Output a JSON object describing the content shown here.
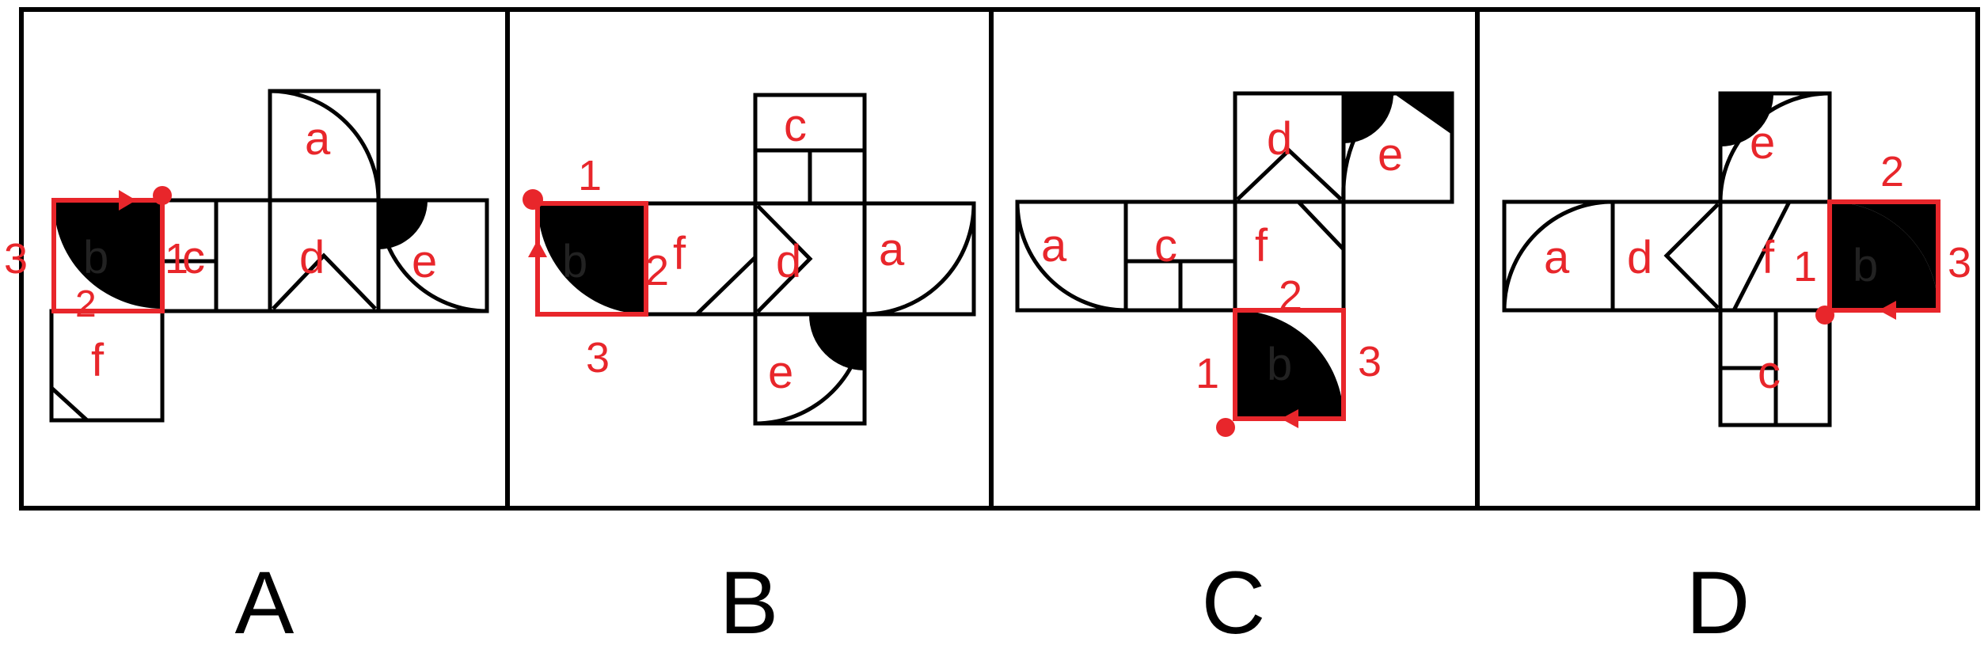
{
  "colors": {
    "ink": "#000000",
    "annotation": "#e8262b",
    "background": "#ffffff"
  },
  "options": [
    {
      "letter": "A",
      "faces": {
        "a": "a",
        "b": "b",
        "c": "c",
        "d": "d",
        "e": "e",
        "f": "f"
      },
      "edge_numbers": [
        "1",
        "2",
        "3"
      ]
    },
    {
      "letter": "B",
      "faces": {
        "a": "a",
        "b": "b",
        "c": "c",
        "d": "d",
        "e": "e",
        "f": "f"
      },
      "edge_numbers": [
        "1",
        "2",
        "3"
      ]
    },
    {
      "letter": "C",
      "faces": {
        "a": "a",
        "b": "b",
        "c": "c",
        "d": "d",
        "e": "e",
        "f": "f"
      },
      "edge_numbers": [
        "1",
        "2",
        "3"
      ]
    },
    {
      "letter": "D",
      "faces": {
        "a": "a",
        "b": "b",
        "c": "c",
        "d": "d",
        "e": "e",
        "f": "f"
      },
      "edge_numbers": [
        "1",
        "2",
        "3"
      ]
    }
  ]
}
